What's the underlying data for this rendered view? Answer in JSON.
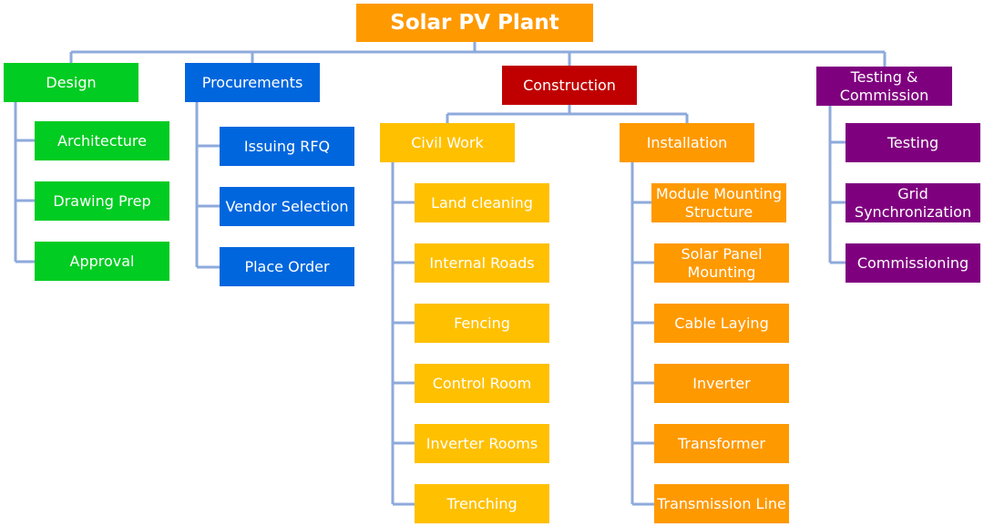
{
  "title": "Solar PV Plant",
  "colors": {
    "root": "#FF9900",
    "design": "#00CC22",
    "procurement": "#0066DD",
    "construction": "#C00000",
    "civil_work": "#FFC000",
    "installation": "#FF9900",
    "testing": "#7F007F",
    "connector": "#8EAADB"
  },
  "branches": {
    "design": {
      "label": "Design",
      "items": [
        "Architecture",
        "Drawing Prep",
        "Approval"
      ]
    },
    "procurement": {
      "label": "Procurements",
      "items": [
        "Issuing RFQ",
        "Vendor Selection",
        "Place Order"
      ]
    },
    "construction": {
      "label": "Construction",
      "civil_work": {
        "label": "Civil Work",
        "items": [
          "Land cleaning",
          "Internal Roads",
          "Fencing",
          "Control Room",
          "Inverter Rooms",
          "Trenching"
        ]
      },
      "installation": {
        "label": "Installation",
        "items": [
          "Module Mounting\nStructure",
          "Solar Panel\nMounting",
          "Cable Laying",
          "Inverter",
          "Transformer",
          "Transmission Line"
        ]
      }
    },
    "testing_commission": {
      "label": "Testing &\nCommission",
      "items": [
        "Testing",
        "Grid\nSynchronization",
        "Commissioning"
      ]
    }
  }
}
